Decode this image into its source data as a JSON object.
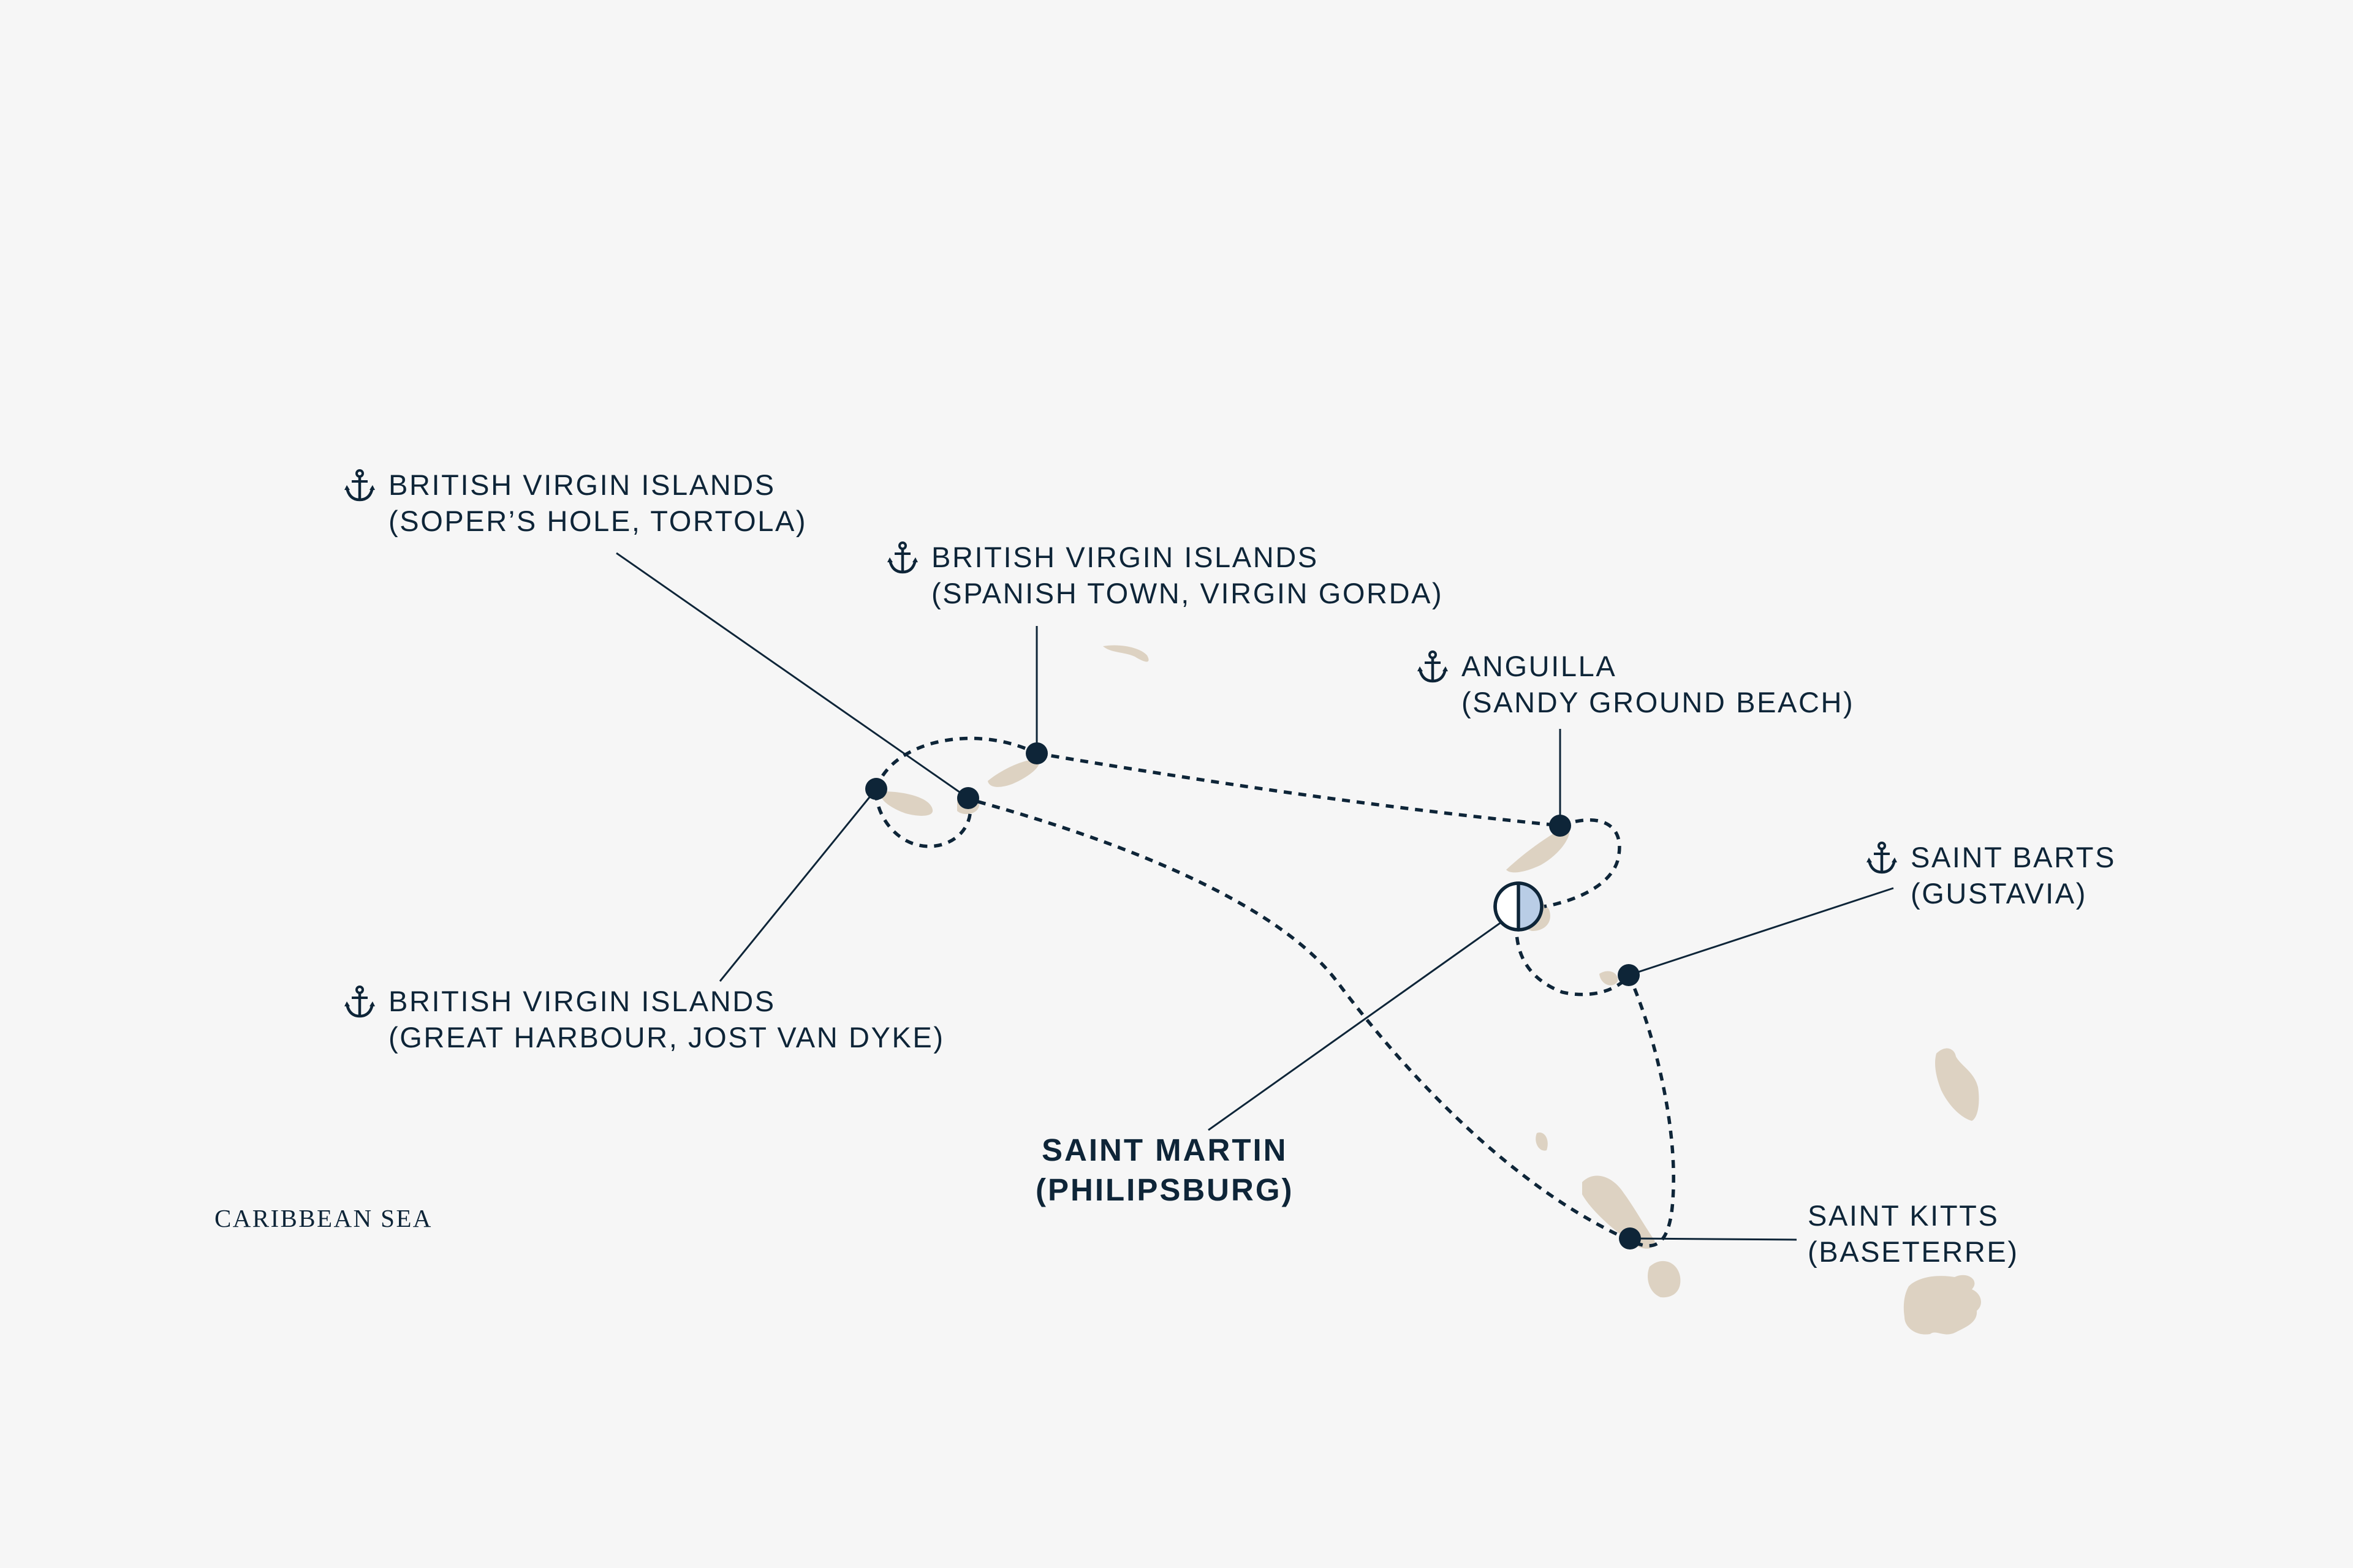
{
  "map": {
    "sea_label": "CARIBBEAN SEA",
    "ports": [
      {
        "id": "soper",
        "name": "BRITISH VIRGIN ISLANDS",
        "detail": "(SOPER’S HOLE, TORTOLA)",
        "anchor_icon": "anchor-icon"
      },
      {
        "id": "spanish",
        "name": "BRITISH VIRGIN ISLANDS",
        "detail": "(SPANISH TOWN, VIRGIN GORDA)",
        "anchor_icon": "anchor-icon"
      },
      {
        "id": "anguilla",
        "name": "ANGUILLA",
        "detail": "(SANDY GROUND BEACH)",
        "anchor_icon": "anchor-icon"
      },
      {
        "id": "barts",
        "name": "SAINT BARTS",
        "detail": "(GUSTAVIA)",
        "anchor_icon": "anchor-icon"
      },
      {
        "id": "jost",
        "name": "BRITISH VIRGIN ISLANDS",
        "detail": "(GREAT HARBOUR, JOST VAN DYKE)",
        "anchor_icon": "anchor-icon"
      },
      {
        "id": "kitts",
        "name": "SAINT KITTS",
        "detail": "(BASETERRE)"
      }
    ],
    "home_port": {
      "name": "SAINT MARTIN",
      "detail": "(PHILIPSBURG)",
      "marker_icon": "embarkation-marker-icon"
    },
    "colors": {
      "background": "#f6f6f6",
      "ink": "#0e2538",
      "land": "#ddd2c2",
      "home_marker_fill": "#b9cde6"
    }
  }
}
